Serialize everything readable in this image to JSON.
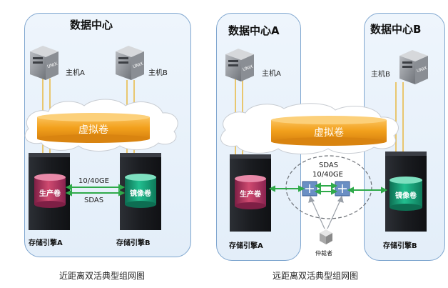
{
  "left": {
    "datacenter_title": "数据中心",
    "host_a_label": "主机A",
    "host_b_label": "主机B",
    "unix_label": "UNIX",
    "virtual_volume_label": "虚拟卷",
    "link_speed_label": "10/40GE",
    "link_protocol_label": "SDAS",
    "production_volume_label": "生产卷",
    "mirror_volume_label": "镜像卷",
    "engine_a_label": "存储引擎A",
    "engine_b_label": "存储引擎B",
    "caption": "近距离双活典型组网图"
  },
  "right": {
    "datacenter_a_title": "数据中心A",
    "datacenter_b_title": "数据中心B",
    "host_a_label": "主机A",
    "host_b_label": "主机B",
    "unix_label": "UNIX",
    "virtual_volume_label": "虚拟卷",
    "sdas_label": "SDAS",
    "link_speed_label": "10/40GE",
    "production_volume_label": "生产卷",
    "mirror_volume_label": "镜像卷",
    "arbiter_label": "仲裁者",
    "engine_a_label": "存储引擎A",
    "engine_b_label": "存储引擎B",
    "caption": "远距离双活典型组网图"
  },
  "colors": {
    "panel_border": "#7fa6cf",
    "virtual_volume": "#f2a01c",
    "production_volume": "#c0395f",
    "mirror_volume": "#17a07a",
    "link": "#2faa4a",
    "host_line": "#e8b840"
  }
}
